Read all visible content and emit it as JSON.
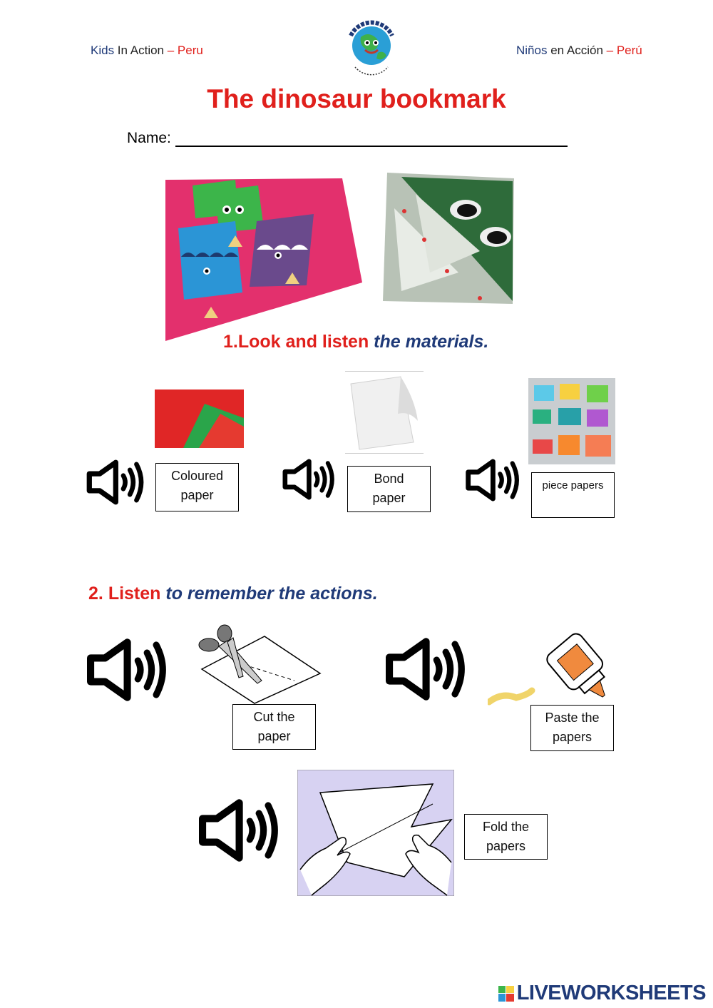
{
  "header": {
    "left_word1": "Kids",
    "left_word2": " In Action",
    "left_sep": " – ",
    "left_word3": "Peru",
    "right_word1": "Niños",
    "right_word2": " en Acción",
    "right_sep": " – ",
    "right_word3": "Perú"
  },
  "title": "The dinosaur bookmark",
  "name_label": "Name:",
  "section1": {
    "number": "1.",
    "lead": "Look and listen",
    "rest": "the materials."
  },
  "materials": [
    {
      "label_line1": "Coloured",
      "label_line2": "paper"
    },
    {
      "label_line1": "Bond",
      "label_line2": "paper"
    },
    {
      "label_line1": "piece papers"
    }
  ],
  "section2": {
    "number": "2.",
    "lead": "Listen",
    "rest": "to remember the actions."
  },
  "actions": [
    {
      "label_line1": "Cut the",
      "label_line2": "paper"
    },
    {
      "label_line1": "Paste the",
      "label_line2": "papers"
    },
    {
      "label_line1": "Fold the",
      "label_line2": "papers"
    }
  ],
  "footer": {
    "brand": "LIVEWORKSHEETS"
  },
  "colors": {
    "red": "#e0201c",
    "blue": "#1f3a78"
  },
  "icons": [
    "speaker-icon",
    "scissors-icon",
    "glue-bottle-icon",
    "logo-globe-icon"
  ]
}
